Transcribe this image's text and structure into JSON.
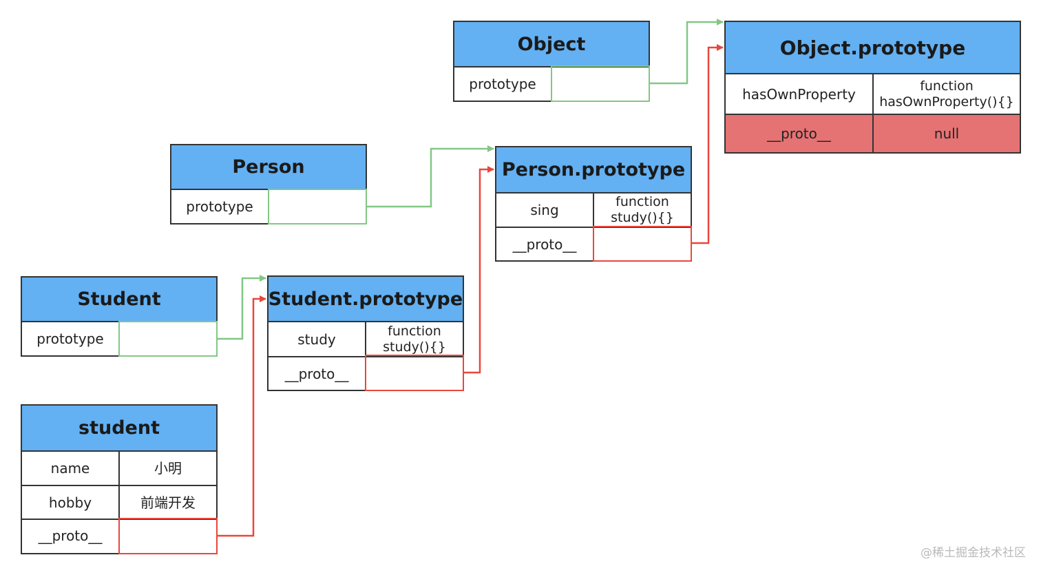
{
  "boxes": {
    "object": {
      "title": "Object",
      "rows": [
        {
          "key": "prototype",
          "value": ""
        }
      ]
    },
    "object_prototype": {
      "title": "Object.prototype",
      "rows": [
        {
          "key": "hasOwnProperty",
          "value": "function\nhasOwnProperty(){}"
        },
        {
          "key": "__proto__",
          "value": "null"
        }
      ]
    },
    "person": {
      "title": "Person",
      "rows": [
        {
          "key": "prototype",
          "value": ""
        }
      ]
    },
    "person_prototype": {
      "title": "Person.prototype",
      "rows": [
        {
          "key": "sing",
          "value": "function\nstudy(){}"
        },
        {
          "key": "__proto__",
          "value": ""
        }
      ]
    },
    "student_ctor": {
      "title": "Student",
      "rows": [
        {
          "key": "prototype",
          "value": ""
        }
      ]
    },
    "student_prototype": {
      "title": "Student.prototype",
      "rows": [
        {
          "key": "study",
          "value": "function\nstudy(){}"
        },
        {
          "key": "__proto__",
          "value": ""
        }
      ]
    },
    "student_instance": {
      "title": "student",
      "rows": [
        {
          "key": "name",
          "value": "小明"
        },
        {
          "key": "hobby",
          "value": "前端开发"
        },
        {
          "key": "__proto__",
          "value": ""
        }
      ]
    }
  },
  "watermark": "@稀土掘金技术社区",
  "colors": {
    "header": "#63b0f2",
    "null_row": "#e57373",
    "prototype_link": "#82c785",
    "proto_link": "#e8473b",
    "border": "#333333"
  }
}
